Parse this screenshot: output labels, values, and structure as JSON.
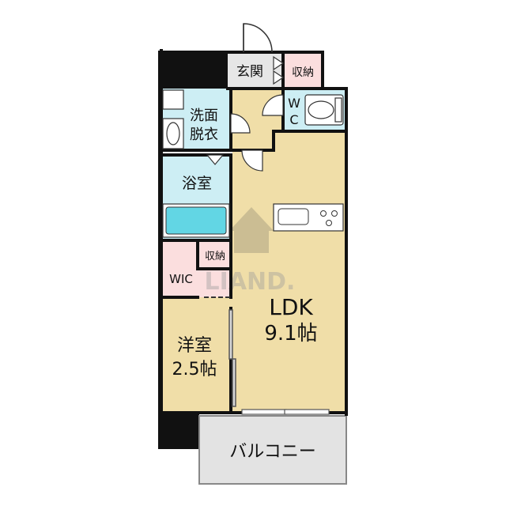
{
  "rooms": {
    "entrance": "玄関",
    "storage_top": "収納",
    "wc_1": "W",
    "wc_2": "C",
    "washroom_1": "洗面",
    "washroom_2": "脱衣",
    "bathroom": "浴室",
    "storage_mid": "収納",
    "wic": "WIC",
    "ldk_name": "LDK",
    "ldk_size": "9.1帖",
    "western_name": "洋室",
    "western_size": "2.5帖",
    "balcony": "バルコニー"
  },
  "watermark": "LIAND.",
  "colors": {
    "wet_area": "#cdeef4",
    "living": "#f0dea8",
    "wic": "#fbdede",
    "entrance": "#e6e6e6",
    "balcony": "#e3e3e3",
    "wall": "#111111"
  }
}
